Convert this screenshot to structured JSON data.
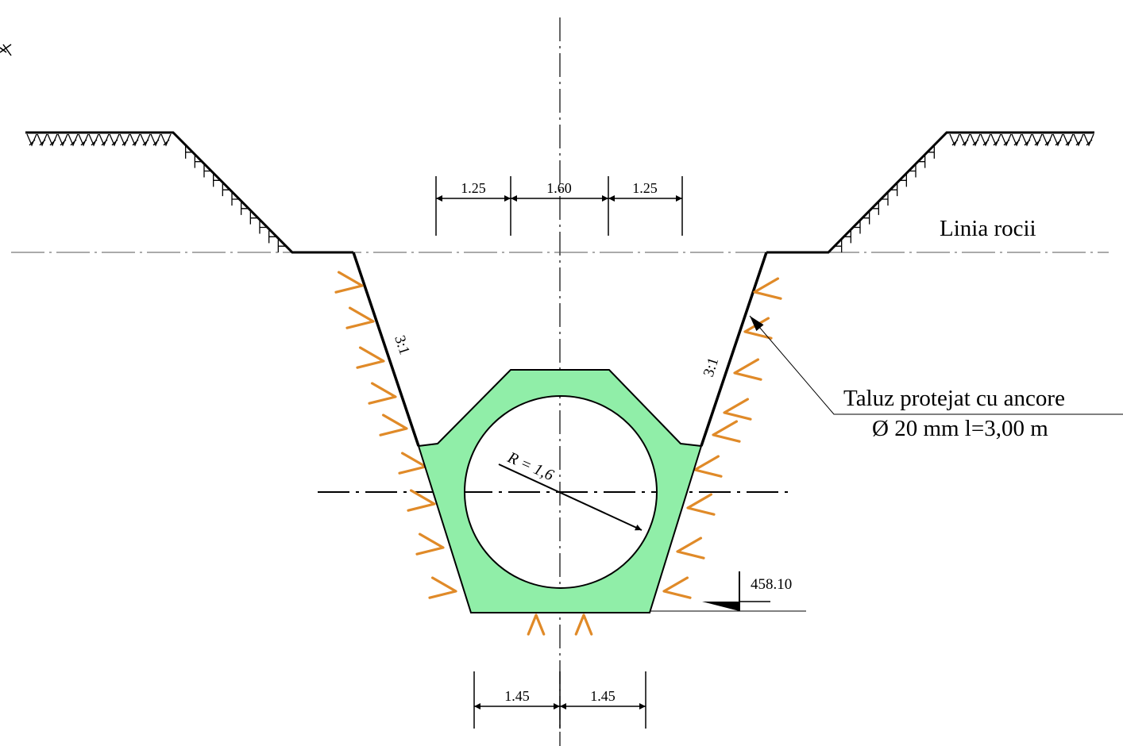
{
  "labels": {
    "rock_line": "Linia rocii",
    "anchor_line1": "Taluz protejat cu ancore",
    "anchor_line2": "Ø 20 mm l=3,00 m",
    "radius": "R = 1,6",
    "slope_left": "3:1",
    "slope_right": "3:1",
    "level": "458.10"
  },
  "dimensions": {
    "top": [
      "1.25",
      "1.60",
      "1.25"
    ],
    "bottom": [
      "1.45",
      "1.45"
    ]
  },
  "colors": {
    "concrete": "#90eea8",
    "anchor": "#e08a28",
    "line": "#000000"
  }
}
